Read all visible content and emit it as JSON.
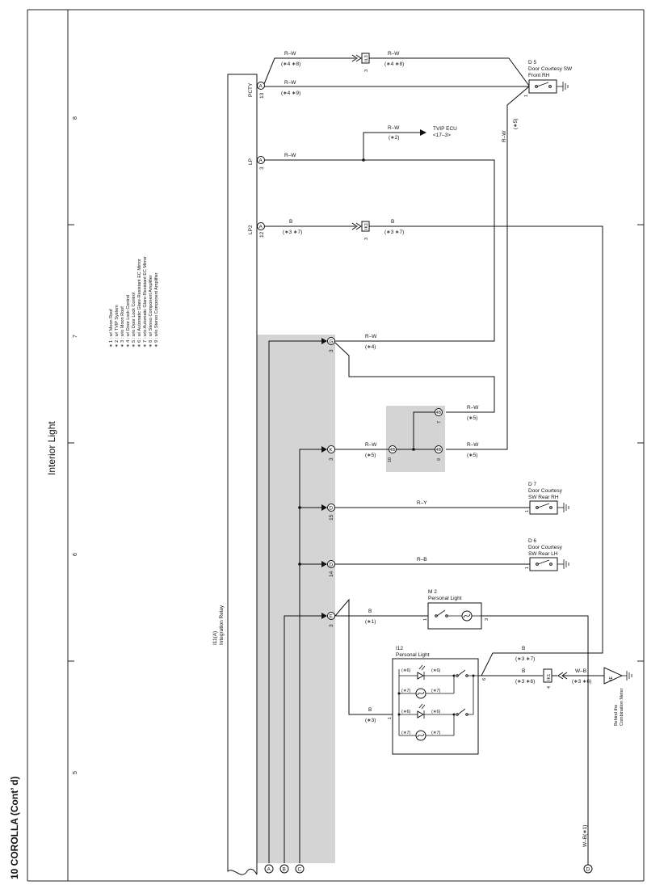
{
  "page": {
    "header": "10  COROLLA (Cont’ d)",
    "section_title": "Interior Light",
    "grid_numbers": [
      "8",
      "7",
      "6",
      "5"
    ]
  },
  "notes": [
    "∗ 1 : w/ Moon Roof",
    "∗ 2 : w/ TVIP System",
    "∗ 3 : w/o Moon Roof",
    "∗ 4 : w/ Door Lock Control",
    "∗ 5 : w/o Door Lock Control",
    "∗ 6 : w/ Automatic Glare-Resistant EC Mirror",
    "∗ 7 : w/o Automatic Glare-Resistant EC Mirror",
    "∗ 8 : w/ Stereo Component Amplifier",
    "∗ 9 : w/o Stereo Component Amplifier"
  ],
  "relay": {
    "code": "I11(A)",
    "name": "Integration Relay"
  },
  "pins": {
    "pcty": {
      "name": "PCTY",
      "num": "13",
      "conn": "A"
    },
    "lp": {
      "name": "LP",
      "num": "3",
      "conn": "A"
    },
    "lp2": {
      "name": "LP2",
      "num": "12",
      "conn": "A"
    },
    "g": {
      "num": "3",
      "conn": "G"
    },
    "k": {
      "num": "3",
      "conn": "K"
    },
    "d15": {
      "num": "15",
      "conn": "D"
    },
    "d14": {
      "num": "14",
      "conn": "D"
    },
    "e": {
      "num": "3",
      "conn": "E"
    },
    "j4b_10": {
      "num": "10",
      "conn": "4B"
    },
    "j4b_7": {
      "num": "7",
      "conn": "4B"
    },
    "j4b_9": {
      "num": "9",
      "conn": "4B"
    }
  },
  "wires": {
    "pcty_top": {
      "color": "R–W",
      "note": "(∗4 ∗8)"
    },
    "pcty_top2": {
      "color": "R–W",
      "note": "(∗4 ∗8)"
    },
    "pcty_bottom": {
      "color": "R–W",
      "note": "(∗4 ∗9)"
    },
    "lp": {
      "color": "R–W"
    },
    "tvip": {
      "color": "R–W",
      "note": "(∗2)"
    },
    "lp2": {
      "color": "B",
      "note": "(∗3 ∗7)"
    },
    "lp2_b": {
      "color": "B",
      "note": "(∗3 ∗7)"
    },
    "vertical_rw": {
      "color": "R–W",
      "note": "(∗5)"
    },
    "g": {
      "color": "R–W",
      "note": "(∗4)"
    },
    "j7": {
      "color": "R–W",
      "note": "(∗5)"
    },
    "k": {
      "color": "R–W",
      "note": "(∗5)"
    },
    "j9": {
      "color": "R–W",
      "note": "(∗5)"
    },
    "d15": {
      "color": "R–Y"
    },
    "d14": {
      "color": "R–B"
    },
    "pl_top": {
      "color": "B",
      "note": "(∗3 ∗7)"
    },
    "pl_mid": {
      "color": "B",
      "note": "(∗3 ∗6)"
    },
    "ground": {
      "color": "W–B",
      "note": "(∗3 ∗6)"
    },
    "pl_in": {
      "color": "B",
      "note": "(∗3)"
    },
    "e": {
      "color": "B",
      "note": "(∗1)"
    },
    "m2_out": {
      "color": "W–B(∗1)"
    }
  },
  "inline_connectors": {
    "il3": {
      "code": "IL3",
      "pin": "3"
    },
    "ik1_top": {
      "code": "IK1",
      "pin": "3"
    },
    "ik1_bottom": {
      "code": "IK1",
      "pin": "4"
    }
  },
  "components": {
    "d5": {
      "code": "D 5",
      "line1": "Door Courtesy SW",
      "line2": "Front RH",
      "pin": "1"
    },
    "tvip": {
      "name": "TVIP ECU",
      "ref": "<17–3>"
    },
    "d7": {
      "code": "D 7",
      "line1": "Door Courtesy",
      "line2": "SW Rear RH",
      "pin": "1"
    },
    "d6": {
      "code": "D 6",
      "line1": "Door Courtesy",
      "line2": "SW Rear LH",
      "pin": "1"
    },
    "i12": {
      "code": "I12",
      "name": "Personal Light",
      "pin_left": "1",
      "pin_right": "6",
      "labels": [
        "(∗6)",
        "(∗6)",
        "(∗7)",
        "(∗7)",
        "(∗6)",
        "(∗6)",
        "(∗7)",
        "(∗7)"
      ]
    },
    "m2": {
      "code": "M 2",
      "name": "Personal Light",
      "pin_left": "1",
      "pin_right": "3"
    },
    "ground_e": {
      "code": "IE",
      "line1": "Behind the",
      "line2": "Combination Meter"
    }
  },
  "references": [
    "A",
    "B",
    "C",
    "D"
  ]
}
